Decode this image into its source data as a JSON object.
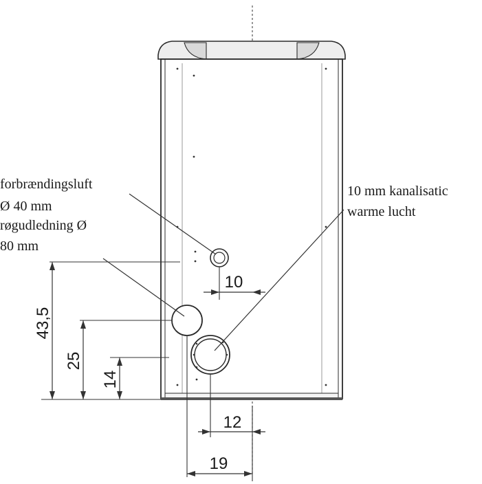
{
  "labels": {
    "combustion_air_line1": "forbrændingsluft",
    "combustion_air_line2": "Ø 40 mm",
    "smoke_outlet_line1": "røgudledning Ø",
    "smoke_outlet_line2": "80 mm",
    "channel_line1": "10 mm  kanalisatic",
    "channel_line2": "warme lucht"
  },
  "dimensions": {
    "h_43_5": "43,5",
    "h_25": "25",
    "h_14": "14",
    "w_10": "10",
    "w_12": "12",
    "w_19": "19"
  },
  "colors": {
    "line": "#2a2a2a",
    "light_line": "#8a8a8a",
    "fill_top": "#e8e8e8"
  }
}
